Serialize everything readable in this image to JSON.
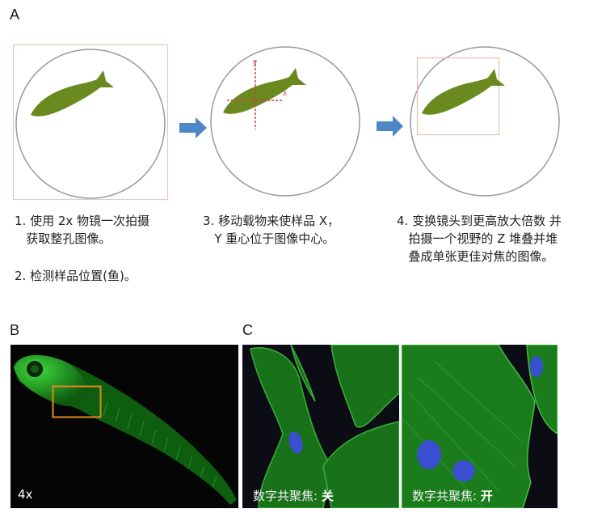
{
  "panel_a": {
    "label": "A",
    "steps": [
      {
        "number": "1.",
        "lines": [
          "使用 2x 物镜一次拍摄",
          "获取整孔图像。"
        ]
      },
      {
        "number": "2.",
        "lines": [
          "检测样品位置(鱼)。"
        ]
      },
      {
        "number": "3.",
        "lines": [
          "移动载物来使样品 X，",
          "Y 重心位于图像中心。"
        ]
      },
      {
        "number": "4.",
        "lines": [
          "变换镜头到更高放大倍数 并",
          "拍摄一个视野的 Z 堆叠并堆",
          "叠成单张更佳对焦的图像。"
        ]
      }
    ],
    "axis_labels": {
      "x": "x",
      "y": "y"
    },
    "colors": {
      "fish": "#6a8a1f",
      "circle": "#9a9a9a",
      "box": "#e8bfae",
      "arrow": "#4f86c6",
      "crosshair": "#d2433a"
    }
  },
  "panel_b": {
    "label": "B",
    "magnification": "4x",
    "colors": {
      "roi_box": "#e08a1e",
      "fluorescence": "#2ec42e"
    }
  },
  "panel_c": {
    "label": "C",
    "images": [
      {
        "caption_prefix": "数字共聚焦: ",
        "caption_state": "关"
      },
      {
        "caption_prefix": "数字共聚焦: ",
        "caption_state": "开"
      }
    ],
    "colors": {
      "actin": "#2fb52f",
      "nucleus": "#3a4fd0"
    }
  }
}
